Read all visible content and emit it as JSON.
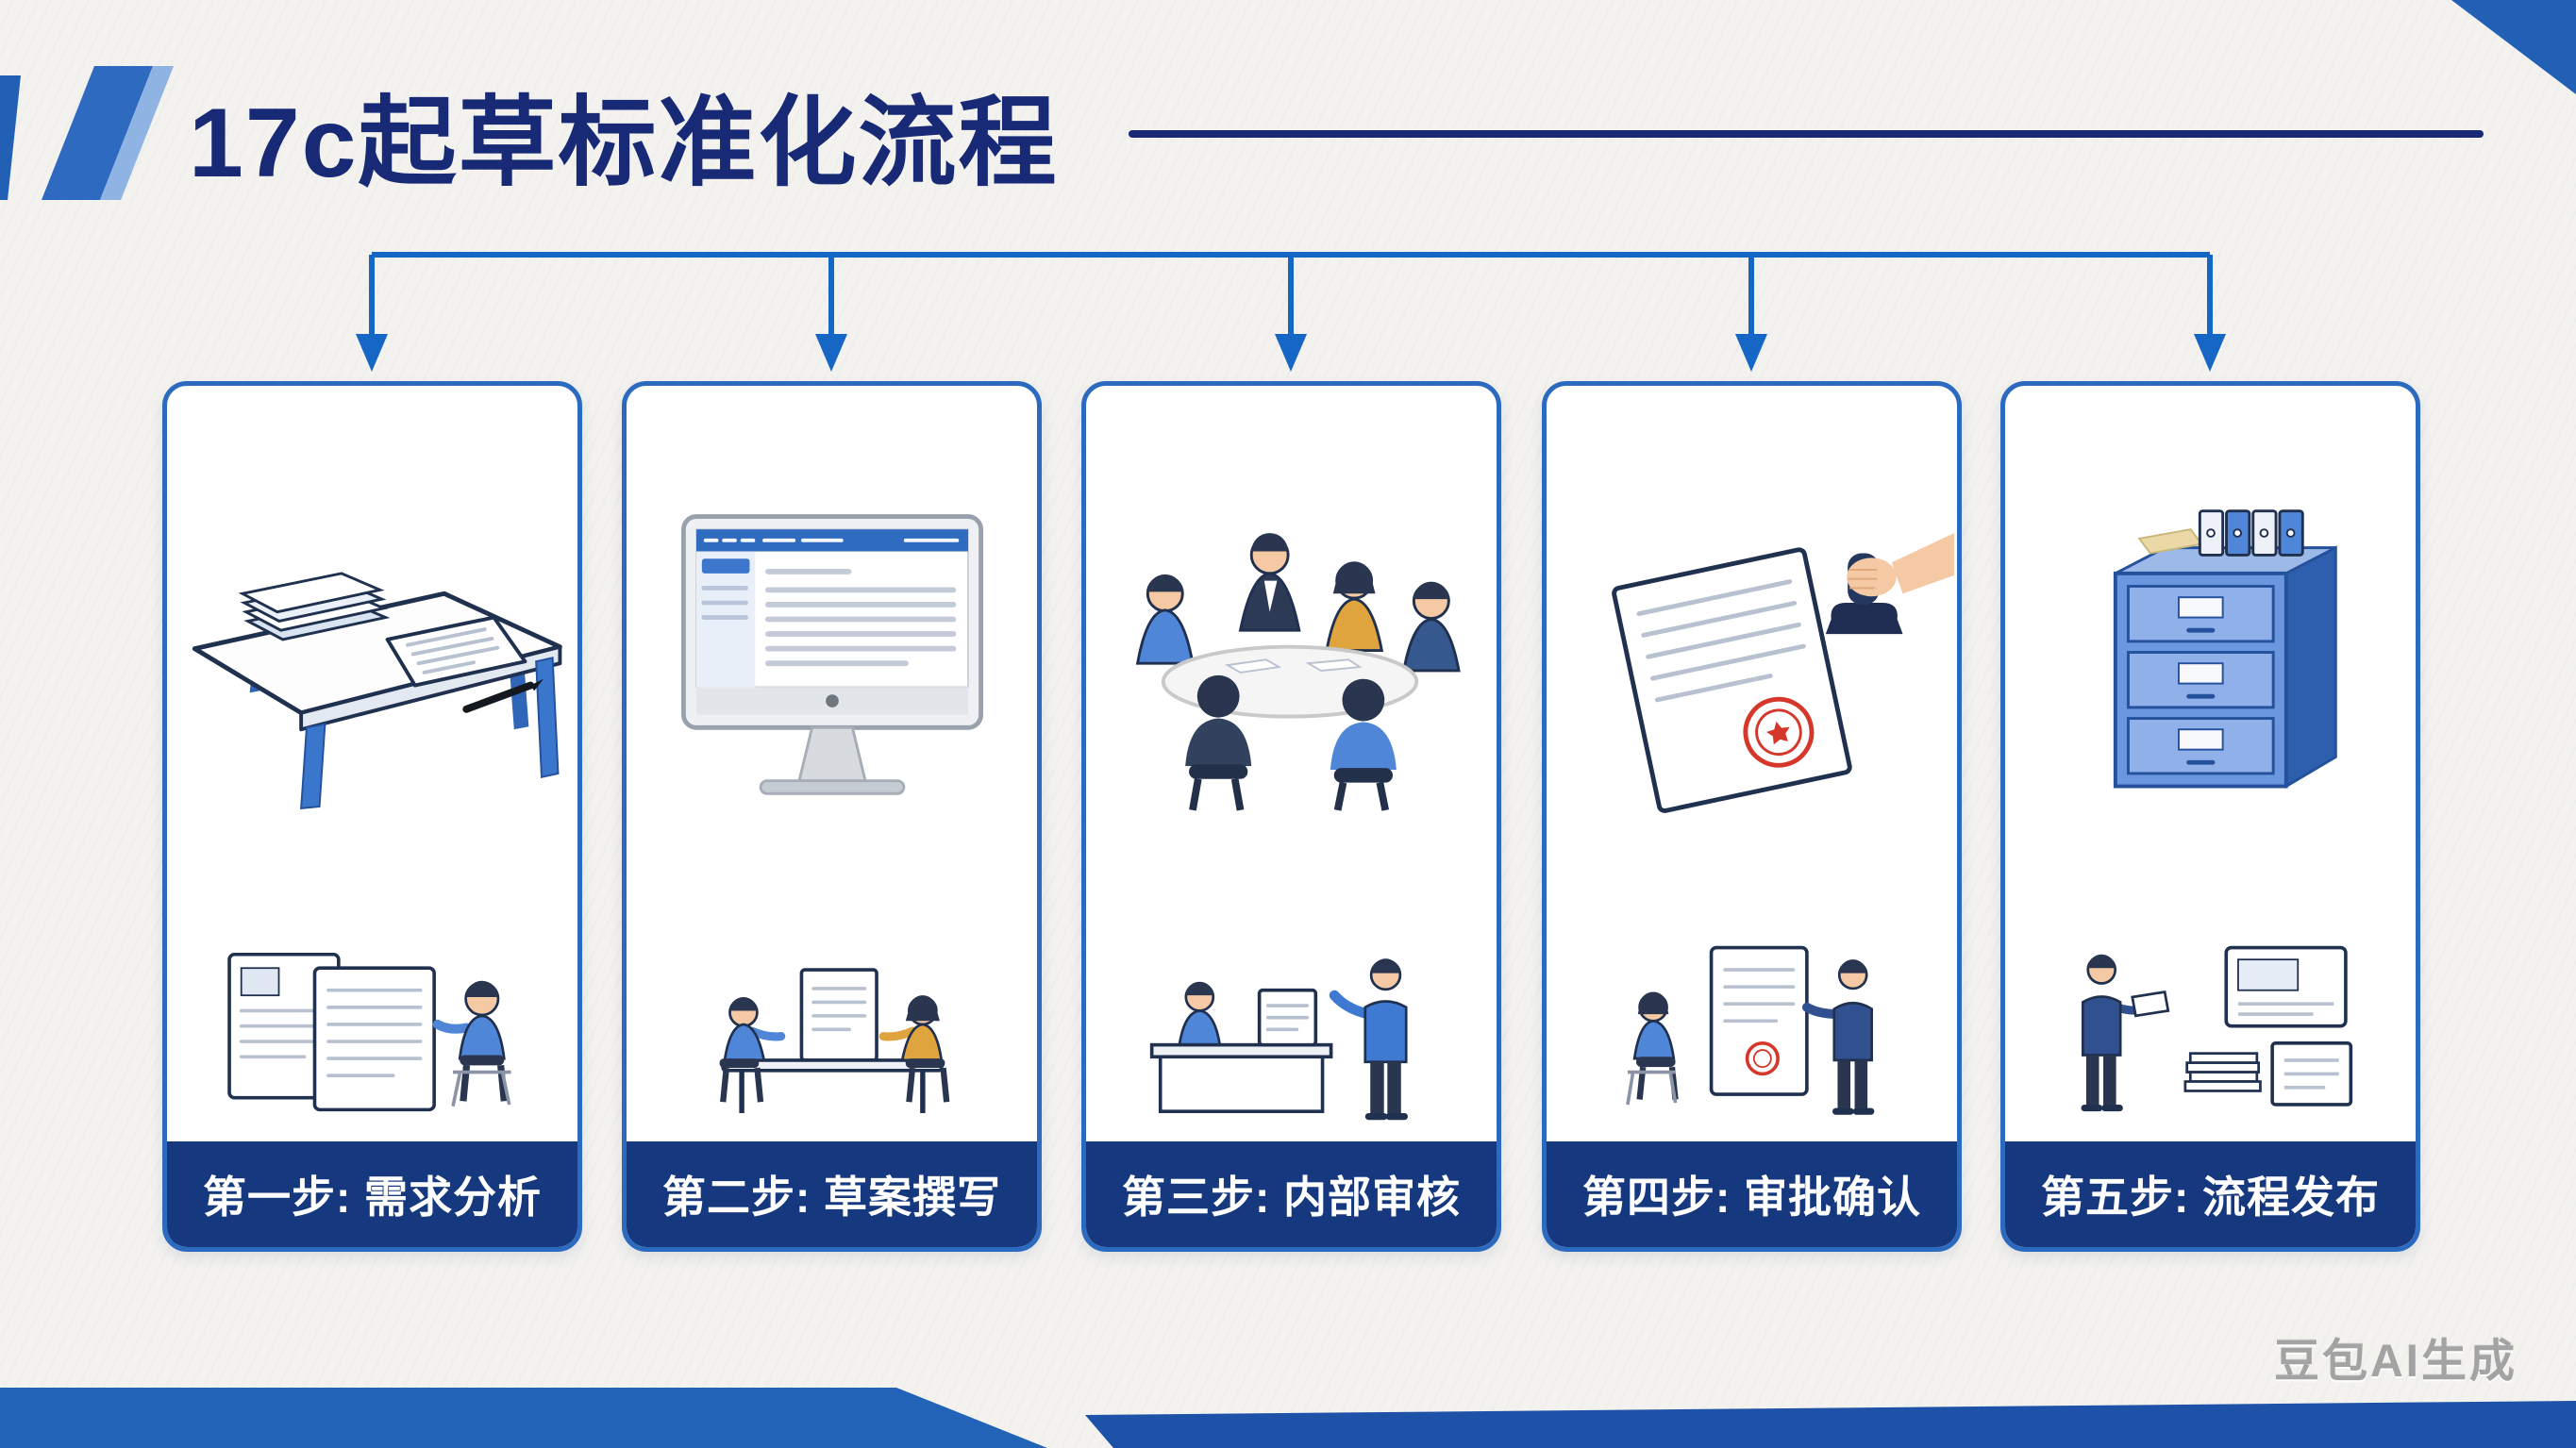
{
  "slide": {
    "title": "17c起草标准化流程",
    "watermark": "豆包AI生成",
    "background": "#f3f2ef"
  },
  "colors": {
    "title_navy": "#182a75",
    "connector_blue": "#1666c5",
    "card_border_blue": "#2b6abf",
    "label_bar_blue": "#16387f",
    "label_text": "#ffffff",
    "decoration_blue": "#2160b4",
    "stamp_red": "#d6372b"
  },
  "steps": [
    {
      "label": "第一步: 需求分析",
      "illustration": "desk-with-document-stack-and-pen",
      "sub_illustration": "person-reviewing-documents"
    },
    {
      "label": "第二步: 草案撰写",
      "illustration": "desktop-computer-word-processor",
      "sub_illustration": "two-people-discussing-draft"
    },
    {
      "label": "第三步: 内部审核",
      "illustration": "team-meeting-around-table",
      "sub_illustration": "reviewer-desk-with-presenter"
    },
    {
      "label": "第四步: 审批确认",
      "illustration": "document-being-stamped-red-seal",
      "sub_illustration": "two-people-with-sealed-document"
    },
    {
      "label": "第五步: 流程发布",
      "illustration": "filing-cabinet-with-binders",
      "sub_illustration": "person-archiving-documents"
    }
  ]
}
